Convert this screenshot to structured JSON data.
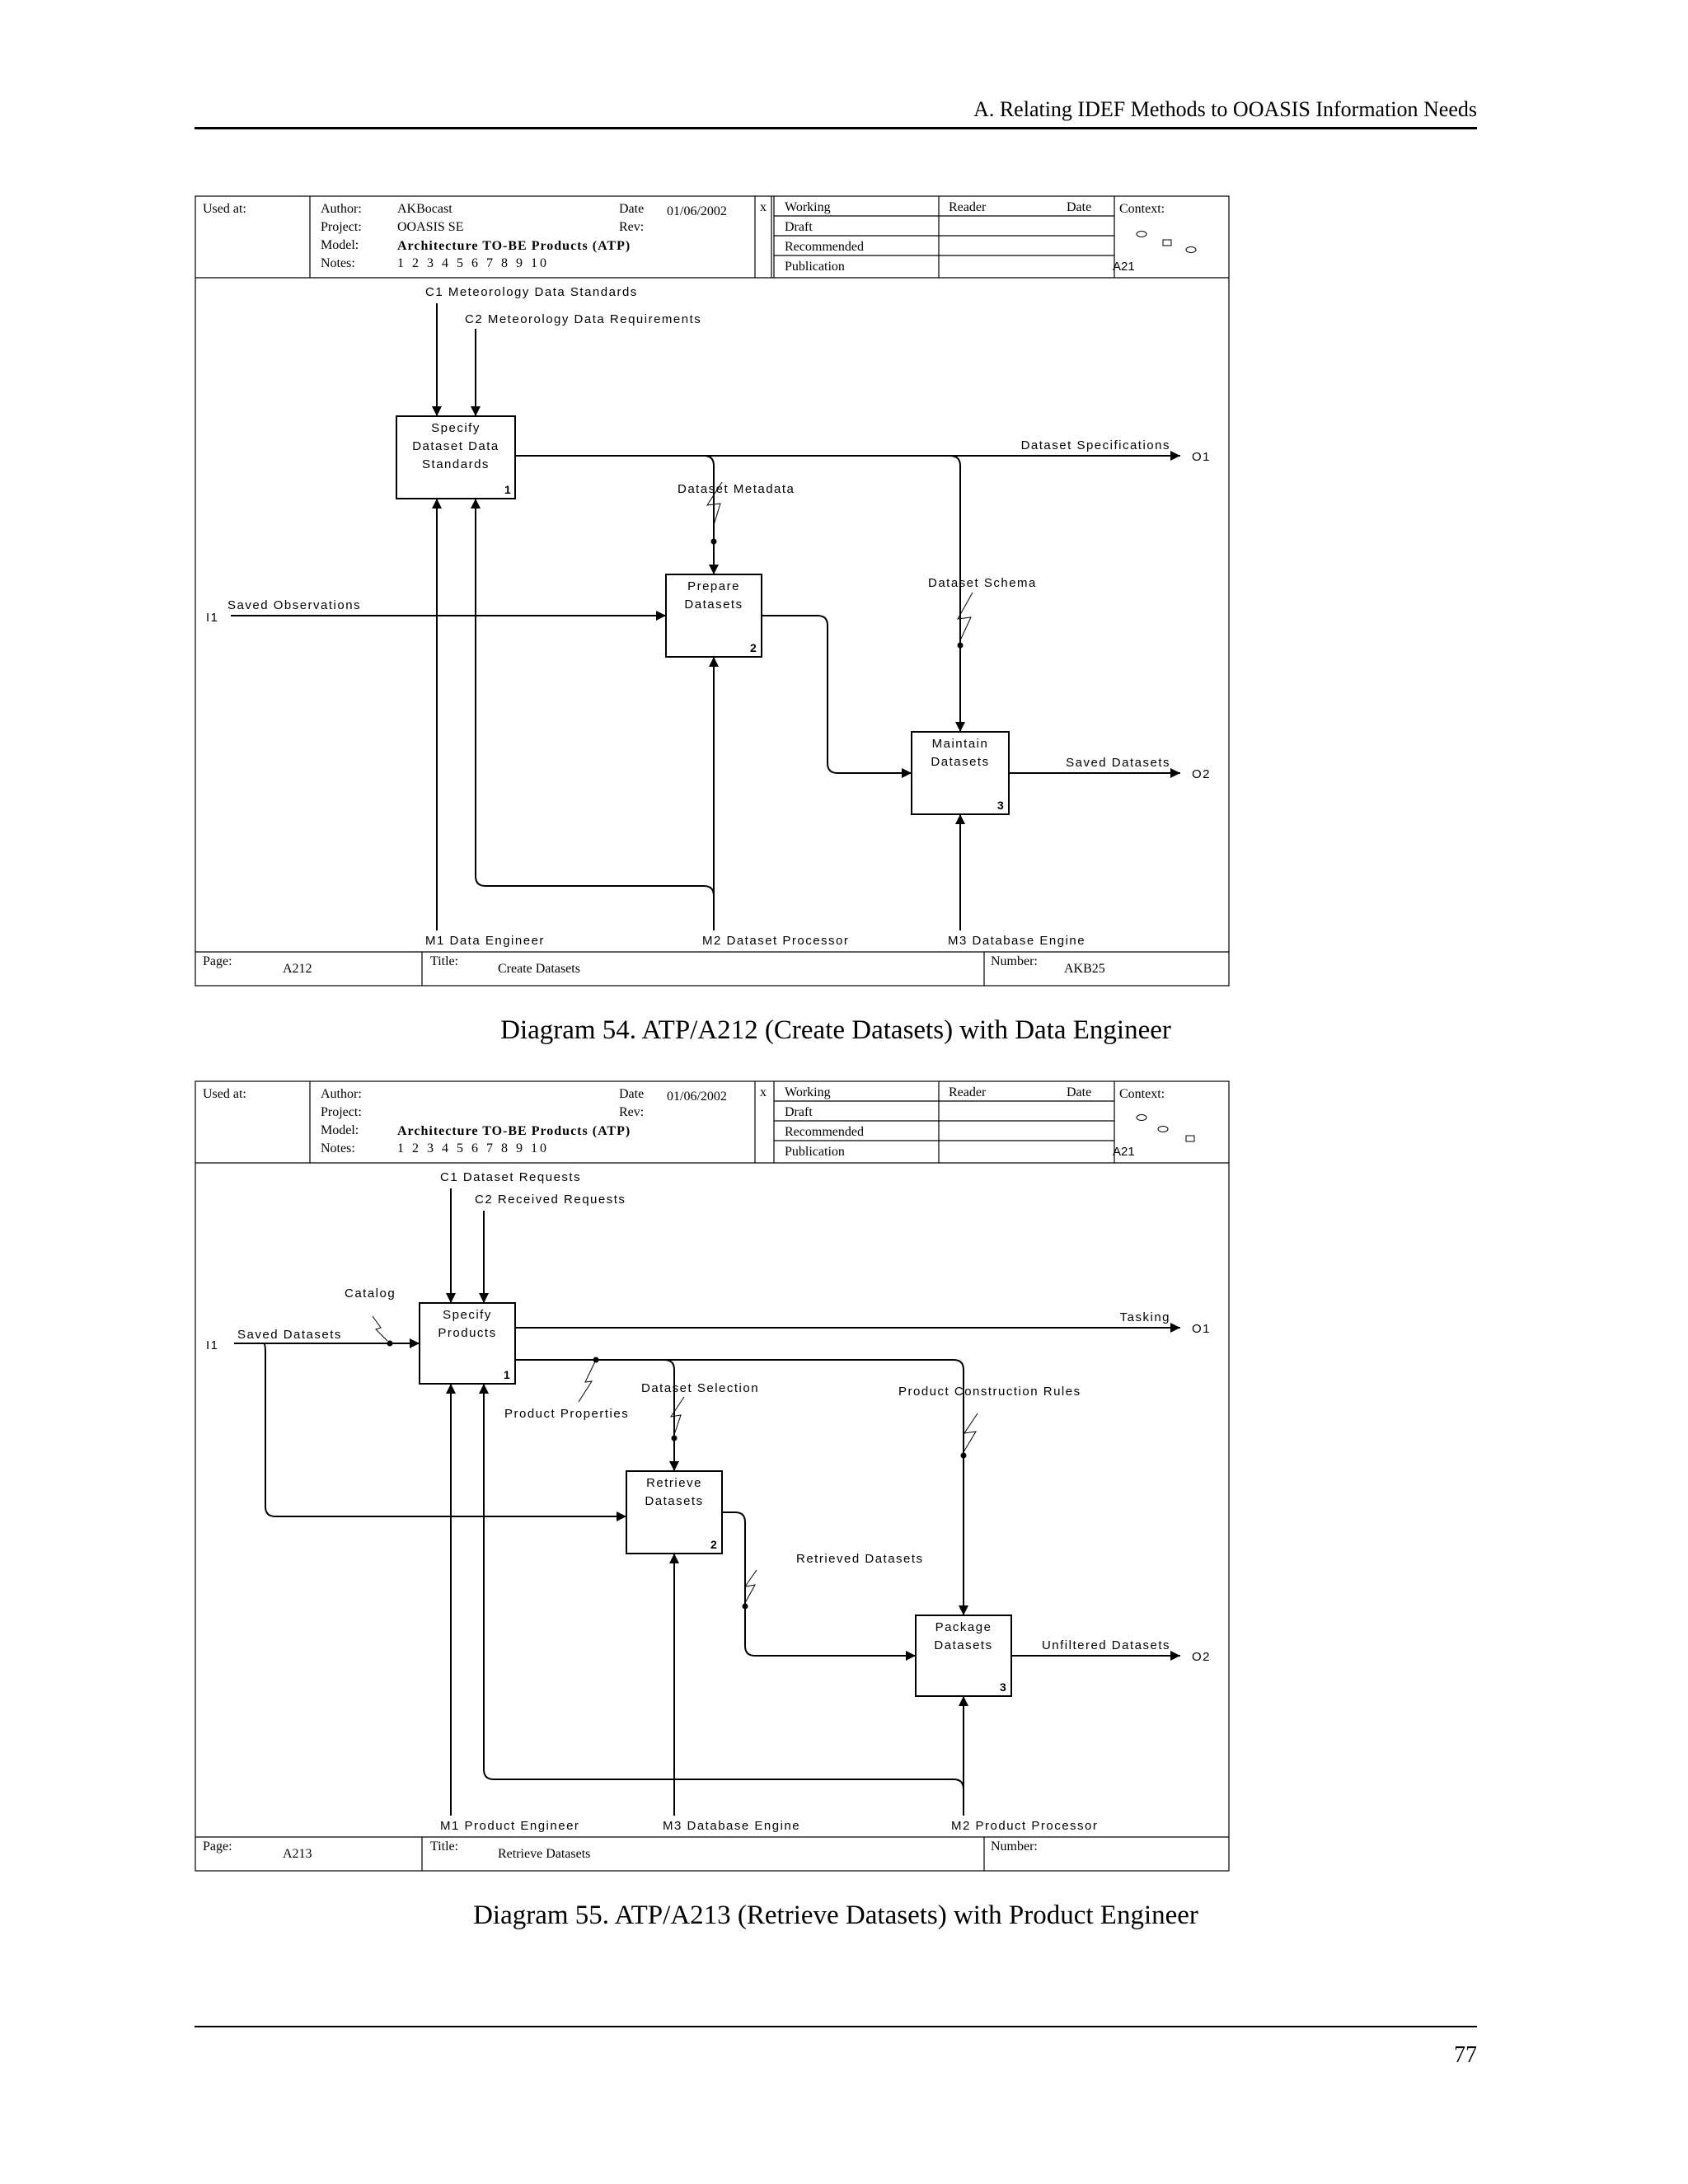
{
  "header": {
    "running_title": "A. Relating IDEF Methods to OOASIS Information Needs"
  },
  "page_number": "77",
  "header_labels": {
    "used_at": "Used at:",
    "author": "Author:",
    "project": "Project:",
    "model": "Model:",
    "notes": "Notes:",
    "date": "Date",
    "rev": "Rev:",
    "status_mark": "x",
    "working": "Working",
    "draft": "Draft",
    "recommended": "Recommended",
    "publication": "Publication",
    "reader": "Reader",
    "reader_date": "Date",
    "context": "Context:",
    "page": "Page:",
    "title": "Title:",
    "number": "Number:"
  },
  "diagrams": [
    {
      "caption": "Diagram 54. ATP/A212 (Create Datasets) with Data Engineer",
      "author": "AKBocast",
      "project": "OOASIS SE",
      "model": "Architecture TO-BE Products (ATP)",
      "notes": "1 2 3 4 5 6 7 8 9 10",
      "date": "01/06/2002",
      "context_node": "A21",
      "page": "A212",
      "title": "Create Datasets",
      "number": "AKB25",
      "boxes": [
        {
          "lines": [
            "Specify",
            "Dataset Data",
            "Standards"
          ],
          "num": "1"
        },
        {
          "lines": [
            "Prepare",
            "Datasets"
          ],
          "num": "2"
        },
        {
          "lines": [
            "Maintain",
            "Datasets"
          ],
          "num": "3"
        }
      ],
      "arrows": {
        "c1": "C1  Meteorology Data Standards",
        "c2": "C2  Meteorology Data Requirements",
        "i1": "I1",
        "saved_observations": "Saved Observations",
        "dataset_specifications": "Dataset Specifications",
        "o1": "O1",
        "dataset_metadata": "Dataset Metadata",
        "dataset_schema": "Dataset Schema",
        "saved_datasets": "Saved Datasets",
        "o2": "O2",
        "m1": "M1  Data Engineer",
        "m2": "M2  Dataset Processor",
        "m3": "M3  Database Engine"
      }
    },
    {
      "caption": "Diagram 55. ATP/A213 (Retrieve Datasets) with Product Engineer",
      "author": "",
      "project": "",
      "model": "Architecture TO-BE Products (ATP)",
      "notes": "1 2 3 4 5 6 7 8 9 10",
      "date": "01/06/2002",
      "context_node": "A21",
      "page": "A213",
      "title": "Retrieve Datasets",
      "number": "",
      "boxes": [
        {
          "lines": [
            "Specify",
            "Products"
          ],
          "num": "1"
        },
        {
          "lines": [
            "Retrieve",
            "Datasets"
          ],
          "num": "2"
        },
        {
          "lines": [
            "Package",
            "Datasets"
          ],
          "num": "3"
        }
      ],
      "arrows": {
        "c1": "C1  Dataset Requests",
        "c2": "C2  Received Requests",
        "catalog": "Catalog",
        "i1": "I1",
        "saved_datasets": "Saved Datasets",
        "tasking": "Tasking",
        "o1": "O1",
        "product_properties": "Product Properties",
        "dataset_selection": "Dataset Selection",
        "product_construction_rules": "Product Construction Rules",
        "retrieved_datasets": "Retrieved Datasets",
        "unfiltered_datasets": "Unfiltered Datasets",
        "o2": "O2",
        "m1": "M1  Product Engineer",
        "m3": "M3  Database Engine",
        "m2": "M2  Product Processor"
      }
    }
  ]
}
